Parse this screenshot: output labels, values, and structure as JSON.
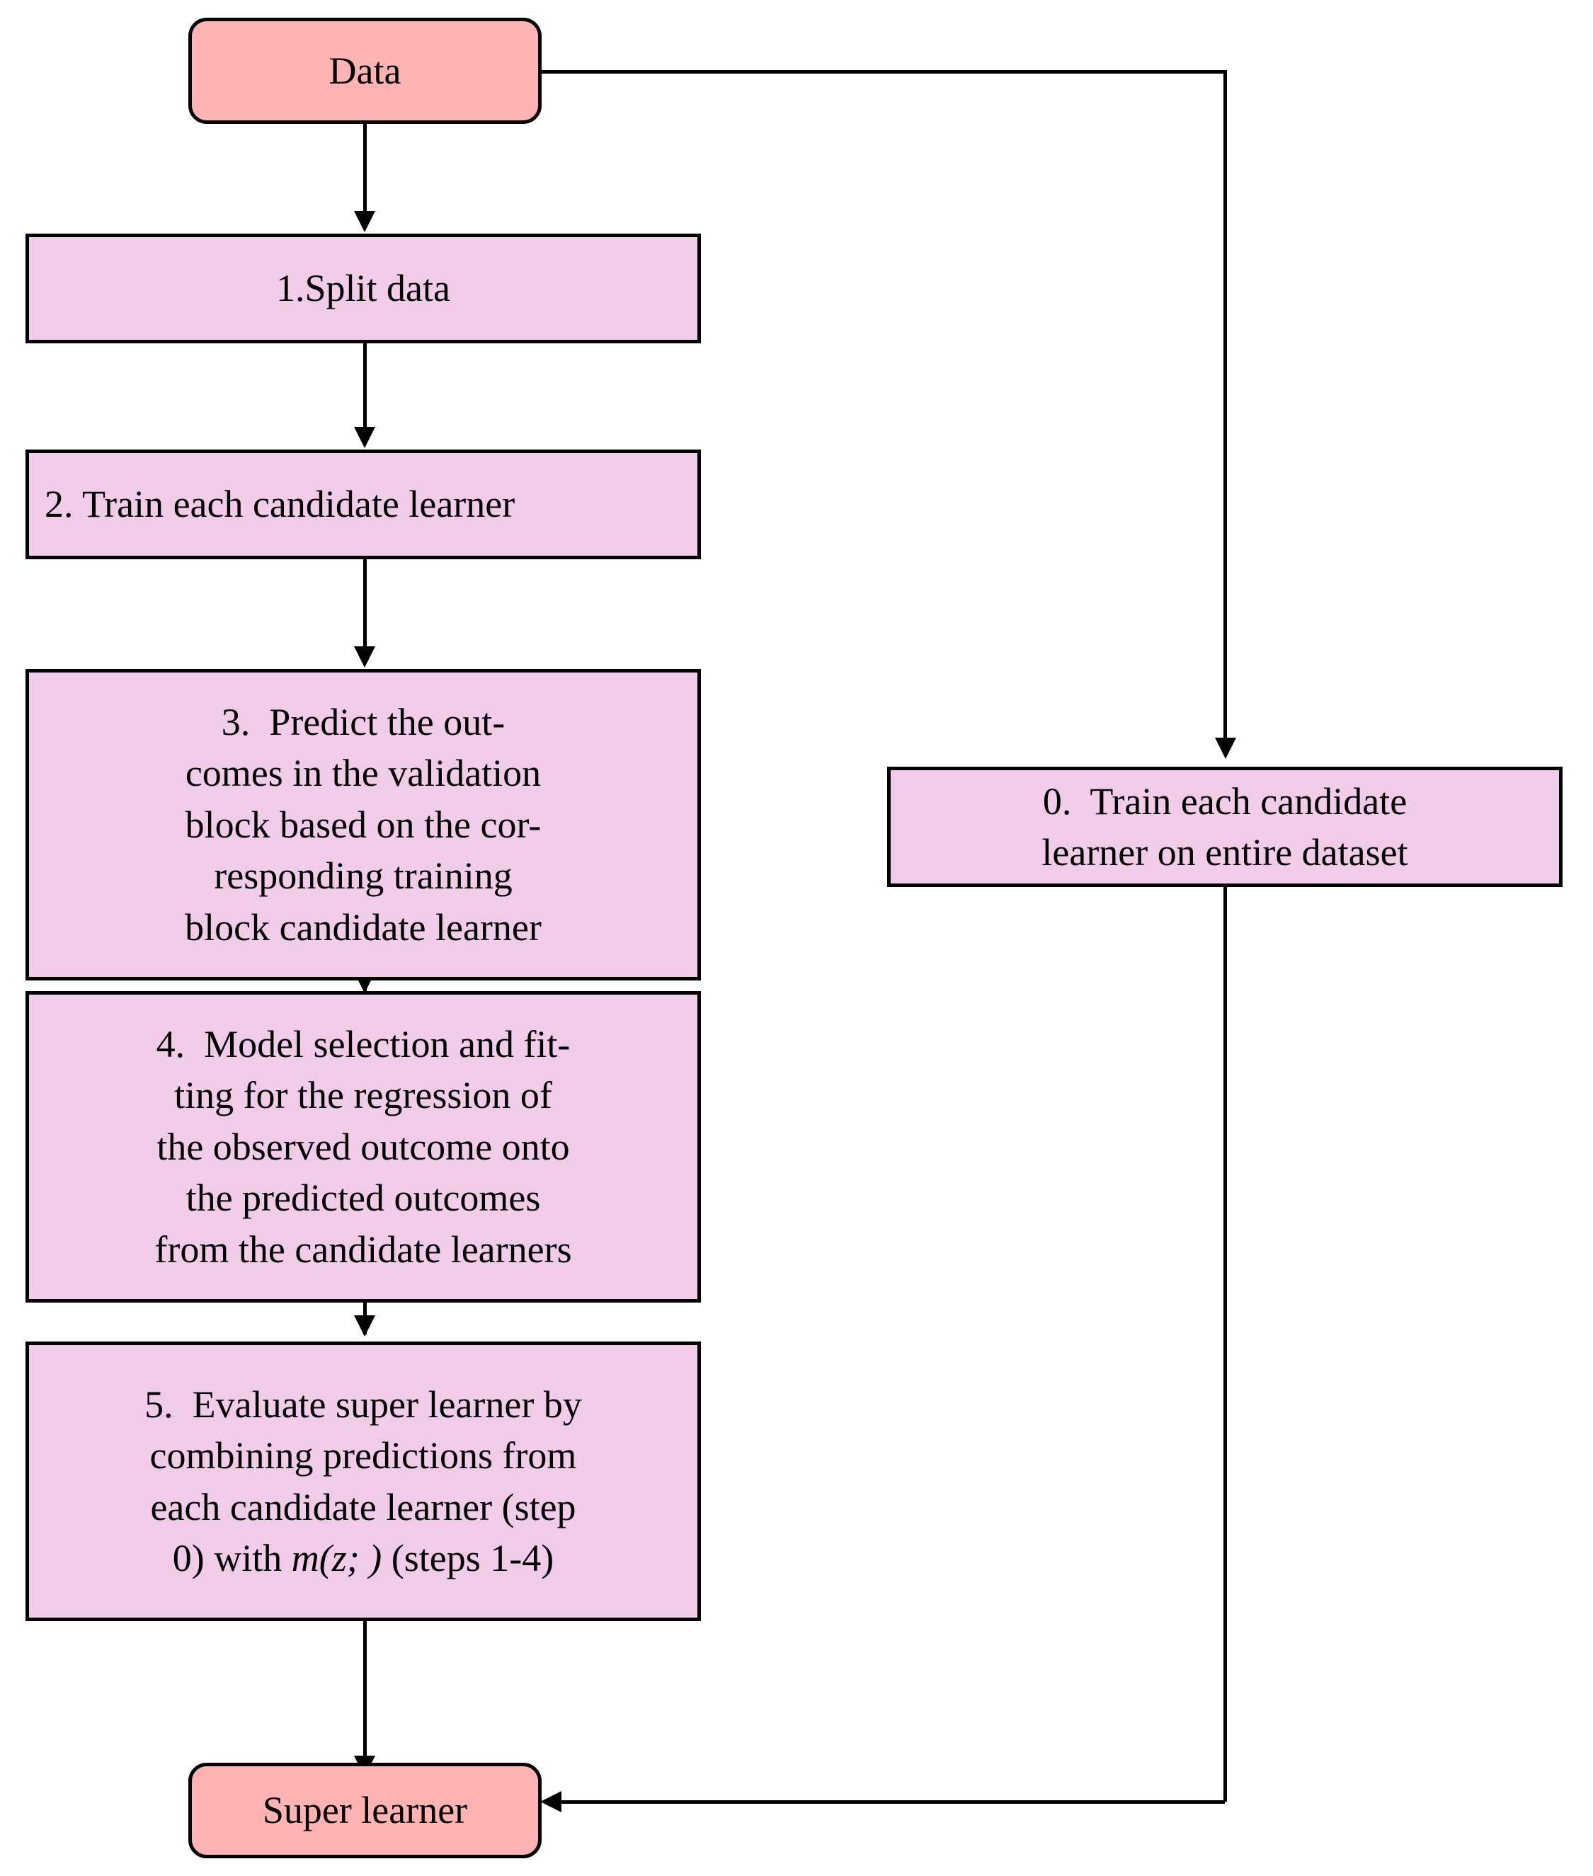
{
  "diagram": {
    "title": "Super learner algorithm flowchart",
    "colors": {
      "terminal_fill": "#FFB3B3",
      "step_fill": "#F0CCE8",
      "stroke": "#000000",
      "background": "#FFFFFF"
    },
    "nodes": {
      "data": {
        "label": "Data",
        "shape": "rounded-rectangle",
        "fill": "#FFB3B3"
      },
      "step1": {
        "lines": [
          "1.Split data"
        ],
        "shape": "rectangle",
        "fill": "#F0CCE8"
      },
      "step2": {
        "lines": [
          "2.  Train each candidate learner"
        ],
        "shape": "rectangle",
        "fill": "#F0CCE8"
      },
      "step3": {
        "lines": [
          "3.  Predict the out-",
          "comes in the validation",
          "block based on the cor-",
          "responding training",
          "block candidate learner"
        ],
        "shape": "rectangle",
        "fill": "#F0CCE8"
      },
      "step4": {
        "lines": [
          "4.  Model selection and fit-",
          "ting for the regression of",
          "the observed outcome onto",
          "the predicted outcomes",
          "from the candidate learners"
        ],
        "shape": "rectangle",
        "fill": "#F0CCE8"
      },
      "step5": {
        "lines": [
          "5.  Evaluate super learner by",
          "combining predictions from",
          "each candidate learner (step"
        ],
        "last_line_prefix": "0) with ",
        "last_line_math": "m(z; )",
        "last_line_suffix": " (steps 1-4)",
        "shape": "rectangle",
        "fill": "#F0CCE8"
      },
      "step0": {
        "lines": [
          "0.  Train each candidate",
          "learner on entire dataset"
        ],
        "shape": "rectangle",
        "fill": "#F0CCE8"
      },
      "super_learner": {
        "label": "Super learner",
        "shape": "rounded-rectangle",
        "fill": "#FFB3B3"
      }
    },
    "edges": [
      {
        "from": "data",
        "to": "step1",
        "style": "arrow-down"
      },
      {
        "from": "step1",
        "to": "step2",
        "style": "arrow-down"
      },
      {
        "from": "step2",
        "to": "step3",
        "style": "arrow-down"
      },
      {
        "from": "step3",
        "to": "step4",
        "style": "arrow-down"
      },
      {
        "from": "step4",
        "to": "step5",
        "style": "arrow-down"
      },
      {
        "from": "step5",
        "to": "super_learner",
        "style": "arrow-down"
      },
      {
        "from": "data",
        "to": "step0",
        "style": "elbow-right-down-arrow"
      },
      {
        "from": "step0",
        "to": "super_learner",
        "style": "elbow-down-left-arrow"
      }
    ]
  }
}
